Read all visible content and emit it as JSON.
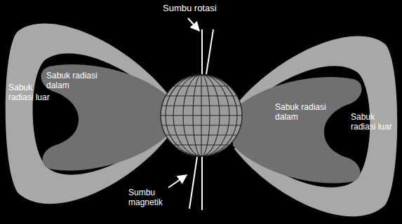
{
  "diagram": {
    "labels": [
      "Sumbu rotasi",
      "Sabuk radiasi luar",
      "Sabuk radiasi dalam",
      "Sabuk radiasi dalam",
      "Sabuk radiasi luar",
      "Sumbu magnetik"
    ]
  }
}
